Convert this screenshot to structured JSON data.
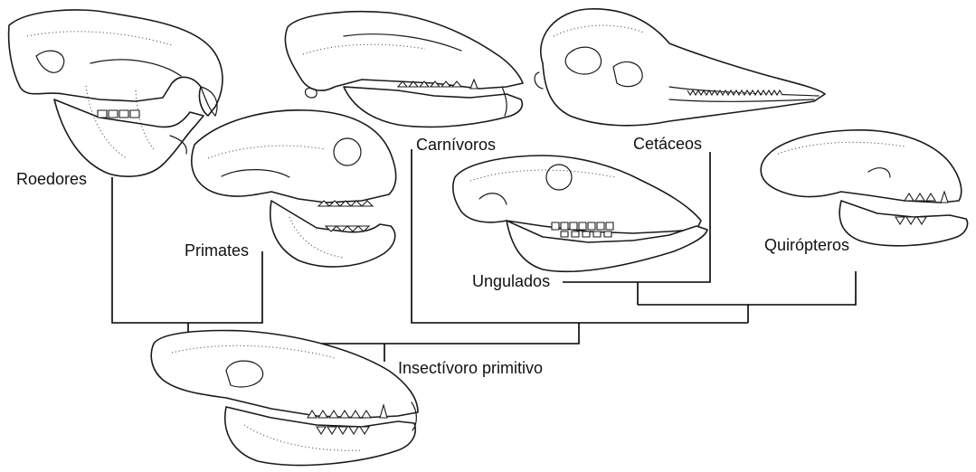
{
  "labels": {
    "roedores": "Roedores",
    "primates": "Primates",
    "carnivoros": "Carnívoros",
    "cetaceos": "Cetáceos",
    "ungulados": "Ungulados",
    "quiropteros": "Quirópteros",
    "insectivoro": "Insectívoro primitivo"
  }
}
